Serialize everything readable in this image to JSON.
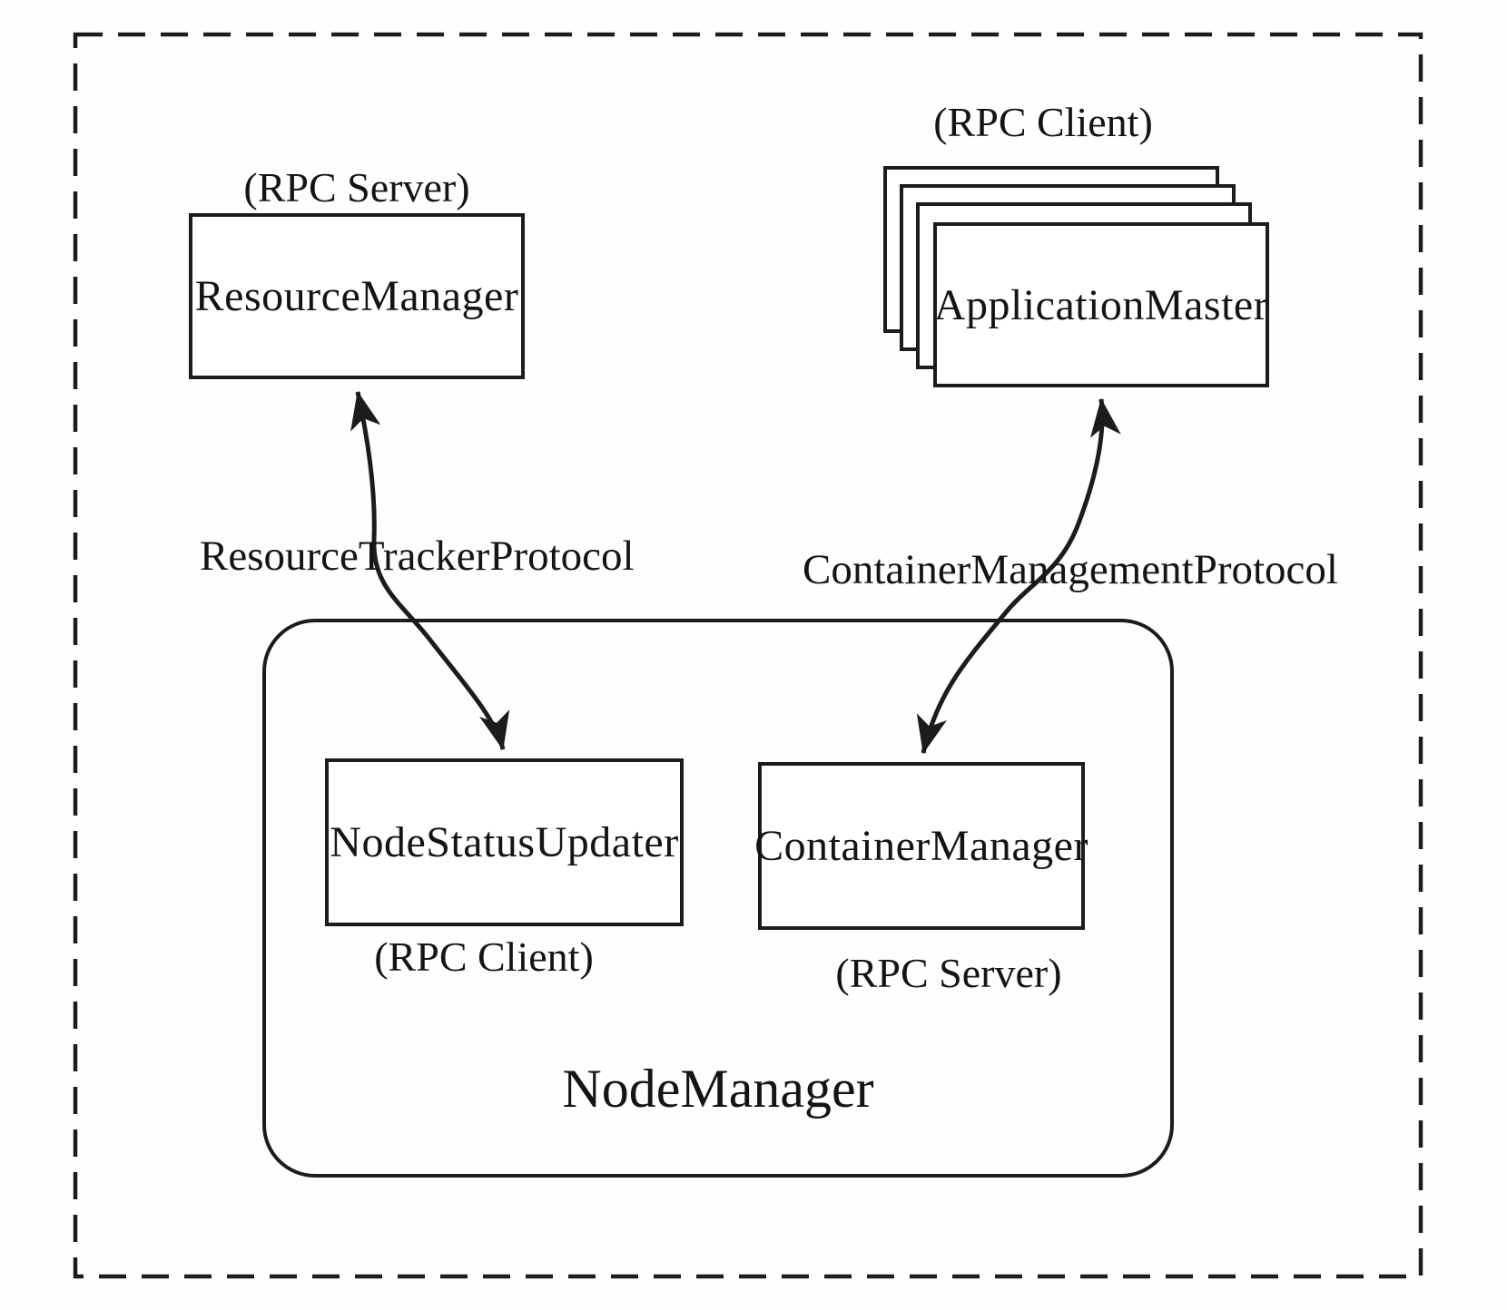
{
  "resource_manager": {
    "annotation": "(RPC Server)",
    "label": "ResourceManager"
  },
  "application_master": {
    "annotation": "(RPC Client)",
    "label": "ApplicationMaster"
  },
  "protocols": {
    "resource_tracker": "ResourceTrackerProtocol",
    "container_management": "ContainerManagementProtocol"
  },
  "node_manager": {
    "label": "NodeManager",
    "node_status_updater": {
      "label": "NodeStatusUpdater",
      "annotation": "(RPC Client)"
    },
    "container_manager": {
      "label": "ContainerManager",
      "annotation": "(RPC Server)"
    }
  },
  "colors": {
    "ink": "#1c1c1c",
    "background": "#ffffff"
  }
}
